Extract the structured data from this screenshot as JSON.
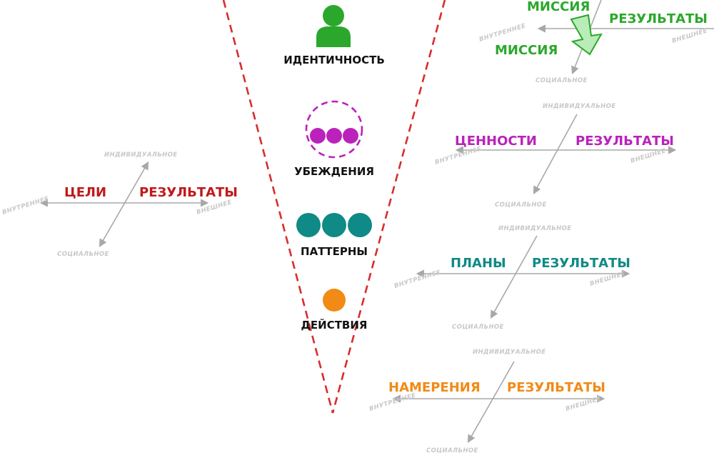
{
  "colors": {
    "funnel": "#d92c2c",
    "black": "#111111",
    "green": "#2ba82b",
    "purple": "#bb22bb",
    "teal": "#0f8a86",
    "orange": "#f28a16",
    "dark_red": "#c01a1a",
    "axis": "#a8a8a8"
  },
  "levels": [
    {
      "label": "ИДЕНТИЧНОСТЬ",
      "icon": "person-icon",
      "color": "#2ba82b"
    },
    {
      "label": "УБЕЖДЕНИЯ",
      "icon": "three-dots-dashed-circle-icon",
      "color": "#bb22bb"
    },
    {
      "label": "ПАТТЕРНЫ",
      "icon": "three-circles-icon",
      "color": "#0f8a86"
    },
    {
      "label": "ДЕЙСТВИЯ",
      "icon": "single-circle-icon",
      "color": "#f28a16"
    }
  ],
  "axis_labels": {
    "top": "ИНДИВИДУАЛЬНОЕ",
    "bottom": "СОЦИАЛЬНОЕ",
    "left": "ВНУТРЕННЕЕ",
    "right": "ВНЕШНЕЕ"
  },
  "axes": [
    {
      "left_label": "МИССИЯ",
      "right_label": "РЕЗУЛЬТАТЫ",
      "extra_label": "МИССИЯ",
      "color": "#2ba82b"
    },
    {
      "left_label": "ЦЕННОСТИ",
      "right_label": "РЕЗУЛЬТАТЫ",
      "color": "#bb22bb"
    },
    {
      "left_label": "ЦЕЛИ",
      "right_label": "РЕЗУЛЬТАТЫ",
      "color": "#c01a1a"
    },
    {
      "left_label": "ПЛАНЫ",
      "right_label": "РЕЗУЛЬТАТЫ",
      "color": "#0f8a86"
    },
    {
      "left_label": "НАМЕРЕНИЯ",
      "right_label": "РЕЗУЛЬТАТЫ",
      "color": "#f28a16"
    }
  ]
}
